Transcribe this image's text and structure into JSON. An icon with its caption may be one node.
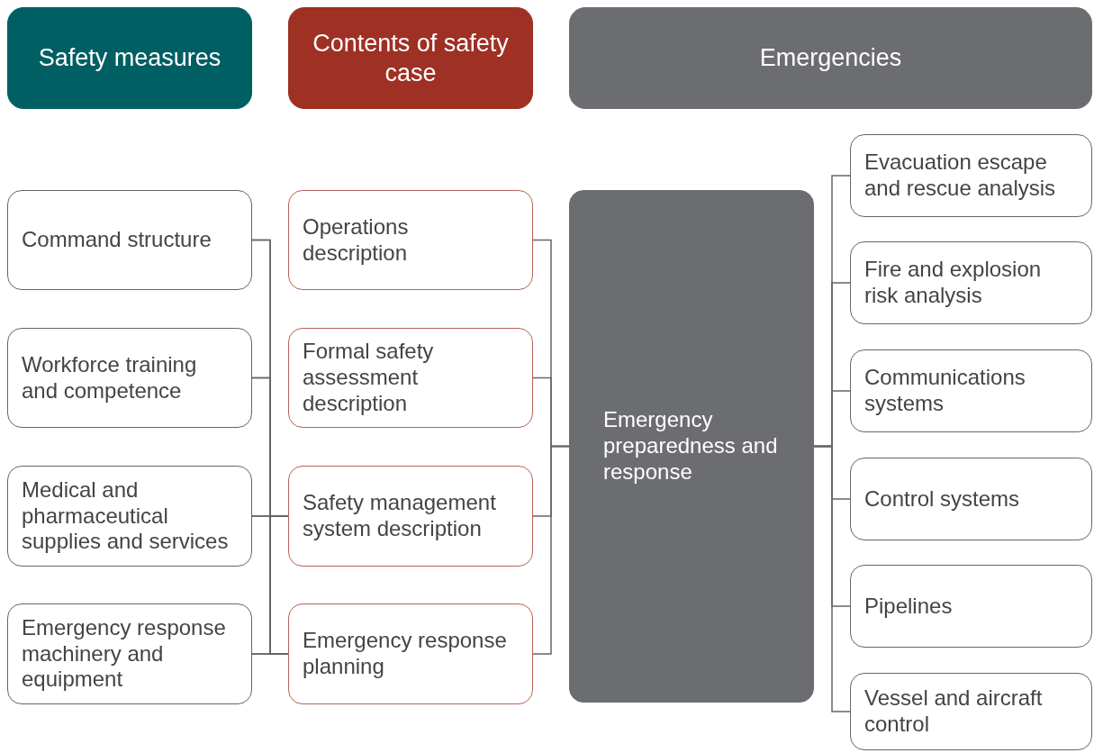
{
  "diagram": {
    "nodes": [
      {
        "text": [
          "Safety measures"
        ]
      },
      {
        "text": [
          "Contents of safety case"
        ]
      },
      {
        "text": [
          "Emergencies"
        ]
      },
      {
        "text": [
          "Command structure"
        ]
      },
      {
        "text": [
          "Workforce training and competence"
        ]
      },
      {
        "text": [
          "Medical and pharmaceutical supplies and services"
        ]
      },
      {
        "text": [
          "Emergency response machinery and equipment"
        ]
      },
      {
        "text": [
          "Operations description"
        ]
      },
      {
        "text": [
          "Formal safety assessment description"
        ]
      },
      {
        "text": [
          "Safety management system description"
        ]
      },
      {
        "text": [
          "Emergency response planning"
        ]
      },
      {
        "text": [
          "Emergency preparedness and response"
        ]
      },
      {
        "text": [
          "Evacuation escape and rescue analysis"
        ]
      },
      {
        "text": [
          "Fire and explosion risk analysis"
        ]
      },
      {
        "text": [
          "Communications systems"
        ]
      },
      {
        "text": [
          "Control systems"
        ]
      },
      {
        "text": [
          "Pipelines"
        ]
      },
      {
        "text": [
          "Vessel and aircraft control"
        ]
      }
    ],
    "edges": [
      {
        "from": 3,
        "to": 9,
        "arrow": "none"
      },
      {
        "from": 4,
        "to": 9,
        "arrow": "none"
      },
      {
        "from": 5,
        "to": 9,
        "arrow": "none"
      },
      {
        "from": 6,
        "to": 9,
        "arrow": "none"
      },
      {
        "from": 3,
        "to": 10,
        "arrow": "none"
      },
      {
        "from": 4,
        "to": 10,
        "arrow": "none"
      },
      {
        "from": 5,
        "to": 10,
        "arrow": "none"
      },
      {
        "from": 6,
        "to": 10,
        "arrow": "none"
      },
      {
        "from": 7,
        "to": 11,
        "arrow": "none"
      },
      {
        "from": 8,
        "to": 11,
        "arrow": "none"
      },
      {
        "from": 9,
        "to": 11,
        "arrow": "none"
      },
      {
        "from": 10,
        "to": 11,
        "arrow": "none"
      },
      {
        "from": 11,
        "to": 12,
        "arrow": "none"
      },
      {
        "from": 11,
        "to": 13,
        "arrow": "none"
      },
      {
        "from": 11,
        "to": 14,
        "arrow": "none"
      },
      {
        "from": 11,
        "to": 15,
        "arrow": "none"
      },
      {
        "from": 11,
        "to": 16,
        "arrow": "none"
      },
      {
        "from": 11,
        "to": 17,
        "arrow": "none"
      }
    ]
  }
}
